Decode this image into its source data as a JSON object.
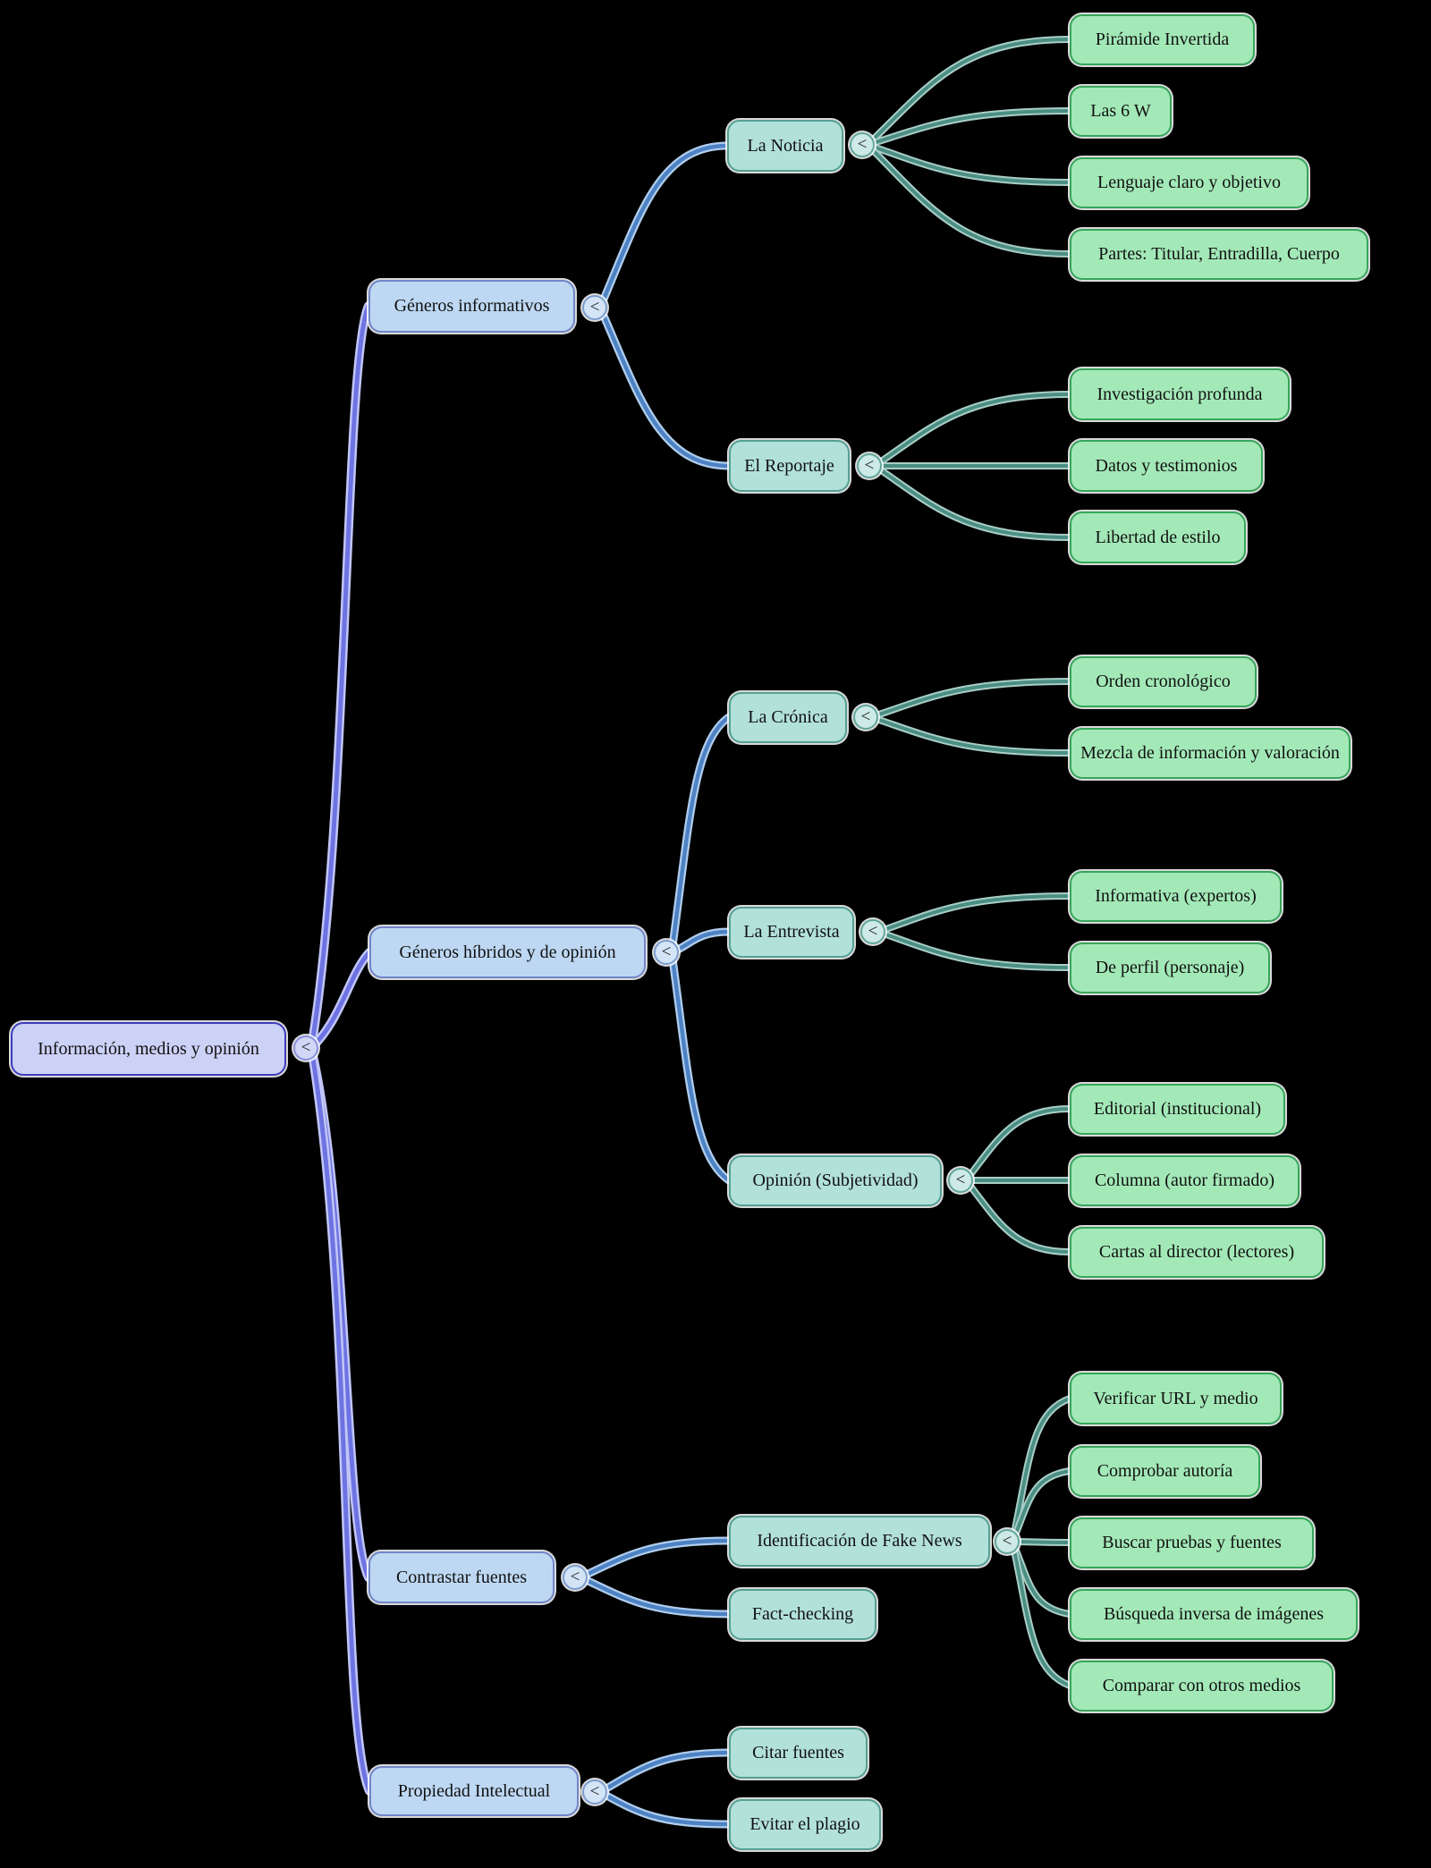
{
  "ui": {
    "expander_glyph": "<",
    "background_color": "#000000"
  },
  "palette": {
    "root_fill": "#ccd1f6",
    "root_border": "#3d3dbb",
    "branch_fill": "#bed8f3",
    "branch_border": "#7186c9",
    "topic_fill": "#b2e1da",
    "topic_border": "#55a094",
    "leaf_fill": "#a3e9b8",
    "leaf_border": "#38a55c",
    "edge_root": "#6d73e2",
    "edge_root_halo": "#c1c6f6",
    "edge_blue": "#4d82c4",
    "edge_blue_halo": "#b0cdec",
    "edge_teal": "#4b8e84",
    "edge_teal_halo": "#a9cec7"
  },
  "nodes": {
    "root": {
      "label": "Información, medios y opinión",
      "children": [
        "generos_informativos",
        "generos_hibridos",
        "contrastar_fuentes",
        "propiedad_intelectual"
      ]
    },
    "generos_informativos": {
      "label": "Géneros informativos",
      "children": [
        "la_noticia",
        "el_reportaje"
      ]
    },
    "generos_hibridos": {
      "label": "Géneros híbridos y de opinión",
      "children": [
        "la_cronica",
        "la_entrevista",
        "opinion_subjetividad"
      ]
    },
    "contrastar_fuentes": {
      "label": "Contrastar fuentes",
      "children": [
        "fake_news",
        "fact_checking"
      ]
    },
    "propiedad_intelectual": {
      "label": "Propiedad Intelectual",
      "children": [
        "citar_fuentes",
        "evitar_plagio"
      ]
    },
    "la_noticia": {
      "label": "La Noticia",
      "children": [
        "piramide_invertida",
        "las_6_w",
        "lenguaje_claro",
        "partes_titular"
      ]
    },
    "el_reportaje": {
      "label": "El Reportaje",
      "children": [
        "investigacion_profunda",
        "datos_testimonios",
        "libertad_estilo"
      ]
    },
    "la_cronica": {
      "label": "La Crónica",
      "children": [
        "orden_cronologico",
        "mezcla_informacion"
      ]
    },
    "la_entrevista": {
      "label": "La Entrevista",
      "children": [
        "informativa_expertos",
        "de_perfil"
      ]
    },
    "opinion_subjetividad": {
      "label": "Opinión (Subjetividad)",
      "children": [
        "editorial",
        "columna",
        "cartas_director"
      ]
    },
    "fake_news": {
      "label": "Identificación de Fake News",
      "children": [
        "verificar_url",
        "comprobar_autoria",
        "buscar_pruebas",
        "busqueda_inversa",
        "comparar_medios"
      ]
    },
    "fact_checking": {
      "label": "Fact-checking",
      "children": []
    },
    "citar_fuentes": {
      "label": "Citar fuentes",
      "children": []
    },
    "evitar_plagio": {
      "label": "Evitar el plagio",
      "children": []
    },
    "piramide_invertida": {
      "label": "Pirámide Invertida",
      "children": []
    },
    "las_6_w": {
      "label": "Las 6 W",
      "children": []
    },
    "lenguaje_claro": {
      "label": "Lenguaje claro y objetivo",
      "children": []
    },
    "partes_titular": {
      "label": "Partes: Titular, Entradilla, Cuerpo",
      "children": []
    },
    "investigacion_profunda": {
      "label": "Investigación profunda",
      "children": []
    },
    "datos_testimonios": {
      "label": "Datos y testimonios",
      "children": []
    },
    "libertad_estilo": {
      "label": "Libertad de estilo",
      "children": []
    },
    "orden_cronologico": {
      "label": "Orden cronológico",
      "children": []
    },
    "mezcla_informacion": {
      "label": "Mezcla de información y valoración",
      "children": []
    },
    "informativa_expertos": {
      "label": "Informativa (expertos)",
      "children": []
    },
    "de_perfil": {
      "label": "De perfil (personaje)",
      "children": []
    },
    "editorial": {
      "label": "Editorial (institucional)",
      "children": []
    },
    "columna": {
      "label": "Columna (autor firmado)",
      "children": []
    },
    "cartas_director": {
      "label": "Cartas al director (lectores)",
      "children": []
    },
    "verificar_url": {
      "label": "Verificar URL y medio",
      "children": []
    },
    "comprobar_autoria": {
      "label": "Comprobar autoría",
      "children": []
    },
    "buscar_pruebas": {
      "label": "Buscar pruebas y fuentes",
      "children": []
    },
    "busqueda_inversa": {
      "label": "Búsqueda inversa de imágenes",
      "children": []
    },
    "comparar_medios": {
      "label": "Comparar con otros medios",
      "children": []
    }
  }
}
